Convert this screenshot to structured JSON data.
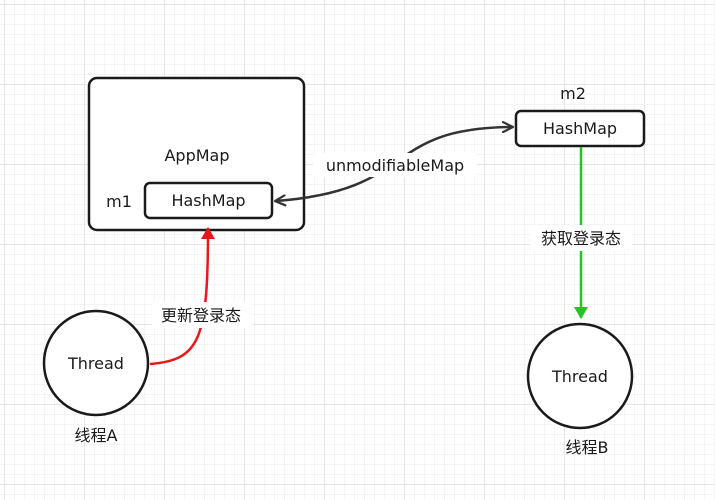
{
  "appmap": {
    "title": "AppMap",
    "inner_label": "m1",
    "inner_map": "HashMap"
  },
  "m2": {
    "label": "m2",
    "map": "HashMap"
  },
  "edges": {
    "unmodifiable": "unmodifiableMap",
    "update": "更新登录态",
    "fetch": "获取登录态"
  },
  "thread_a": {
    "name": "Thread",
    "caption": "线程A"
  },
  "thread_b": {
    "name": "Thread",
    "caption": "线程B"
  },
  "colors": {
    "stroke": "#1a1a1a",
    "update_arrow": "#e8181a",
    "fetch_arrow": "#22c522",
    "link_arrow": "#333333"
  }
}
